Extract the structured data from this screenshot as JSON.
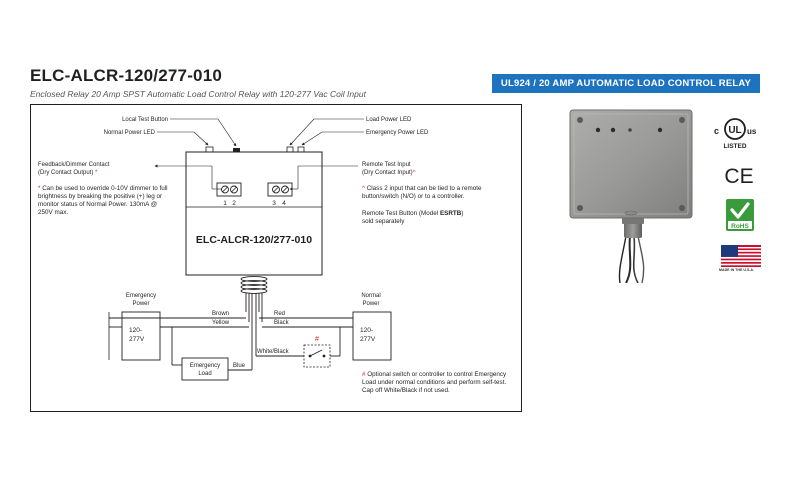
{
  "header": {
    "title": "ELC-ALCR-120/277-010",
    "subtitle": "Enclosed Relay 20 Amp SPST Automatic Load Control Relay with 120-277 Vac Coil Input",
    "banner": "UL924 / 20 AMP AUTOMATIC LOAD CONTROL RELAY"
  },
  "diagram": {
    "callouts": {
      "local_test_button": "Local Test Button",
      "normal_power_led": "Normal Power LED",
      "load_power_led": "Load Power LED",
      "emergency_power_led": "Emergency Power LED",
      "feedback_line1": "Feedback/Dimmer Contact",
      "feedback_line2": "(Dry Contact Output)",
      "feedback_mark": "*",
      "remote_line1": "Remote Test Input",
      "remote_line2": "(Dry Contact Input)",
      "remote_mark": "^"
    },
    "device_label": "ELC-ALCR-120/277-010",
    "terminals": {
      "t1": "1",
      "t2": "2",
      "t3": "3",
      "t4": "4"
    },
    "notes": {
      "star_mark": "*",
      "star_text": "Can be used to override 0-10V dimmer to full brightness by breaking the positive (+) leg or monitor status of Normal Power. 130mA @ 250V max.",
      "caret_mark": "^",
      "caret_text": "Class 2 input that can be tied to a remote button/switch (N/O) or to a controller.",
      "esrtb_prefix": "Remote Test Button (Model ",
      "esrtb_model": "ESRTB",
      "esrtb_suffix": ")",
      "esrtb_line2": "sold separately",
      "hash_mark": "#",
      "hash_text": "Optional switch or controller to control Emergency Load under normal conditions and perform self-test. Cap off White/Black if not used."
    },
    "emergency_power_line1": "Emergency",
    "emergency_power_line2": "Power",
    "normal_power_line1": "Normal",
    "normal_power_line2": "Power",
    "voltage_left_line1": "120-",
    "voltage_left_line2": "277V",
    "voltage_right_line1": "120-",
    "voltage_right_line2": "277V",
    "wires": {
      "brown": "Brown",
      "yellow": "Yellow",
      "red": "Red",
      "black": "Black",
      "white_black": "White/Black",
      "blue": "Blue"
    },
    "switch_mark": "#",
    "emergency_load_line1": "Emergency",
    "emergency_load_line2": "Load"
  },
  "certifications": {
    "ul_c": "c",
    "ul_mark": "UL",
    "ul_us": "us",
    "ul_listed": "LISTED",
    "ce": "CE",
    "rohs": "RoHS",
    "made_in_usa": "MADE IN THE U.S.A."
  },
  "colors": {
    "accent": "#1e73be",
    "note_red": "#d2232a",
    "rohs_green": "#3a9b3c",
    "enclosure_gray": "#9a9a98"
  },
  "icons": [
    "ul-listed-icon",
    "ce-mark-icon",
    "rohs-icon",
    "usa-flag-icon"
  ]
}
